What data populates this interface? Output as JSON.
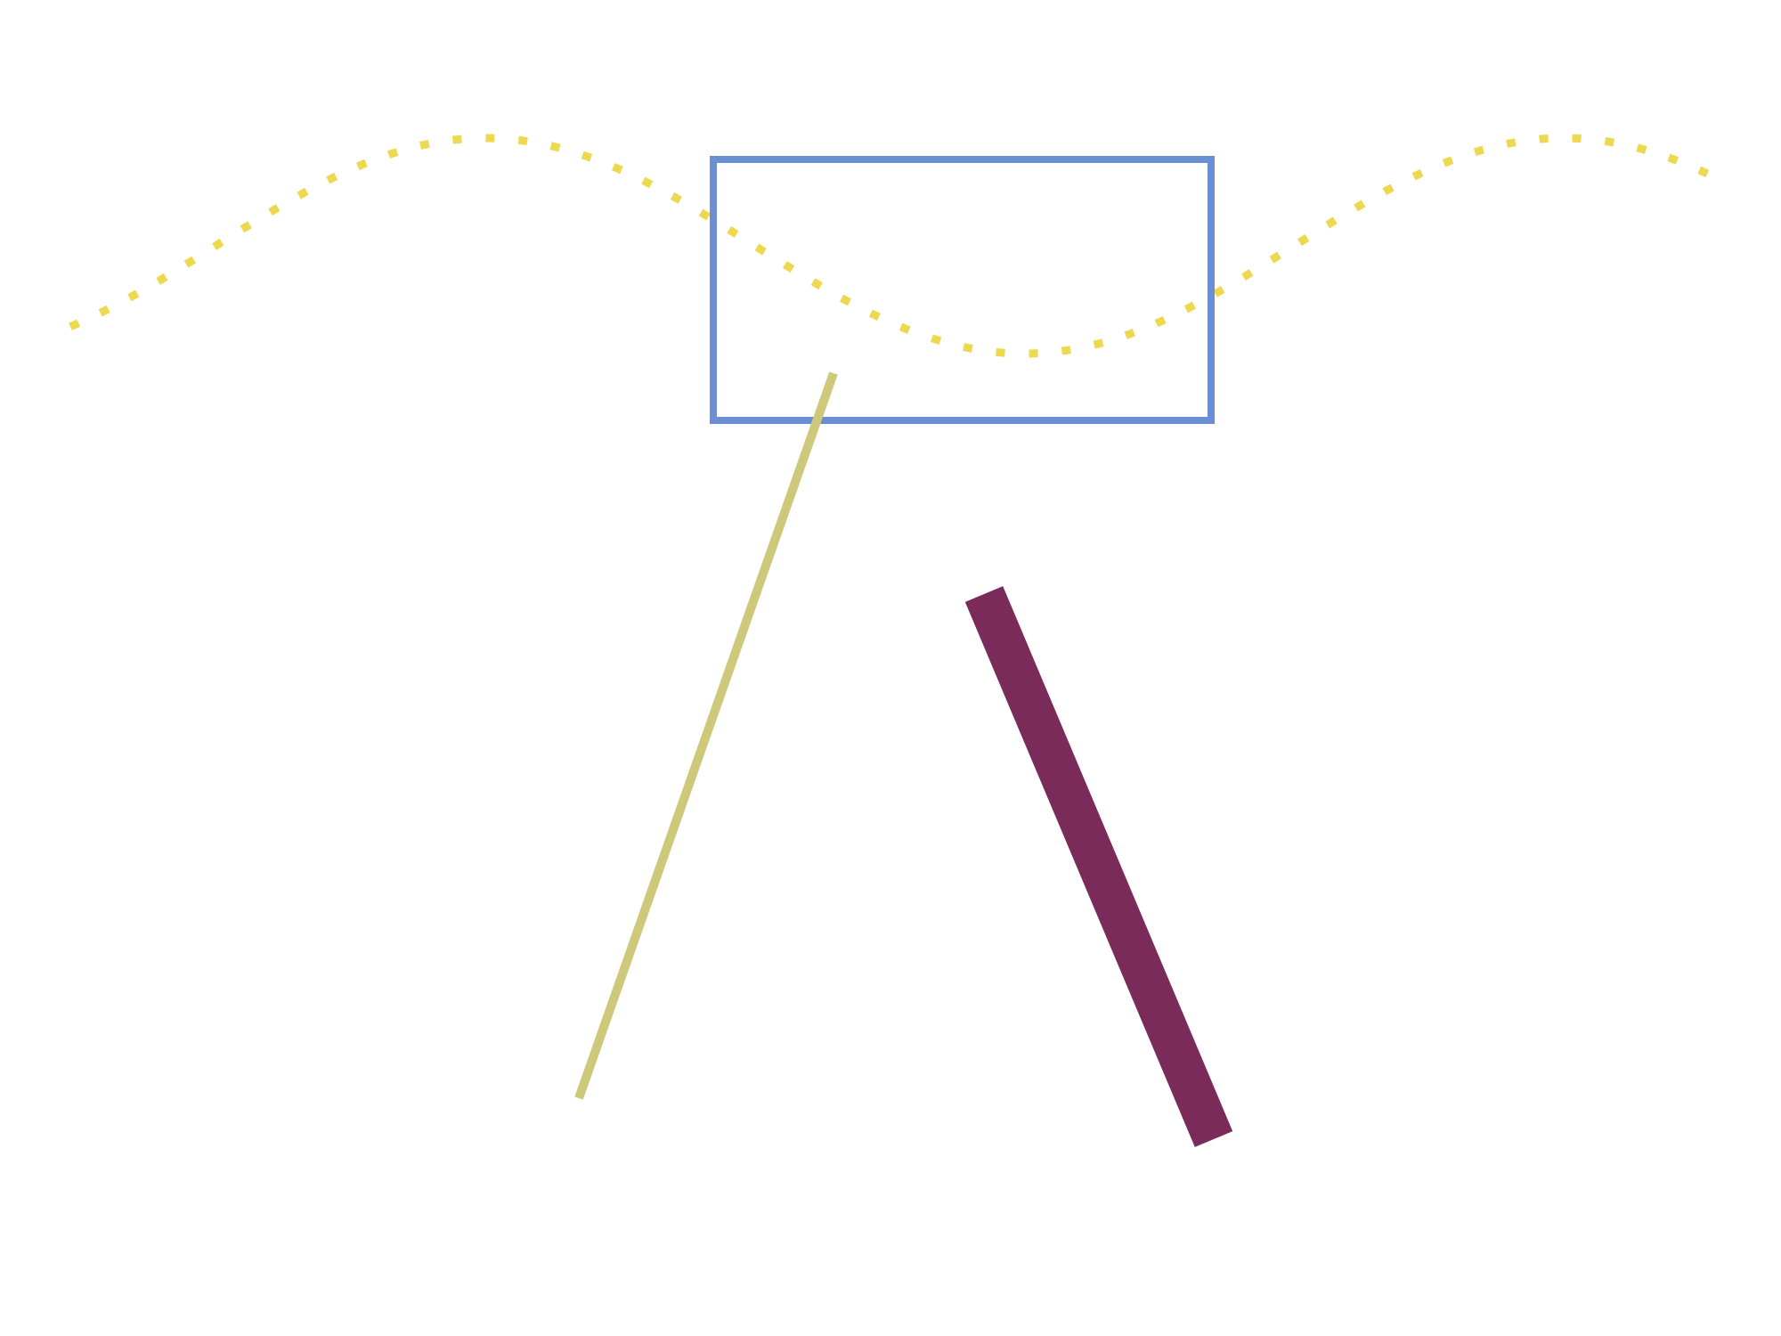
{
  "colors": {
    "background": "#ffffff",
    "wave": "#ecd94f",
    "rectangle": "#6a8fd3",
    "thin_line": "#cdc87a",
    "thick_line": "#7a2b5a"
  },
  "shapes": [
    "dotted-wave",
    "rectangle",
    "thin-line",
    "thick-line"
  ]
}
